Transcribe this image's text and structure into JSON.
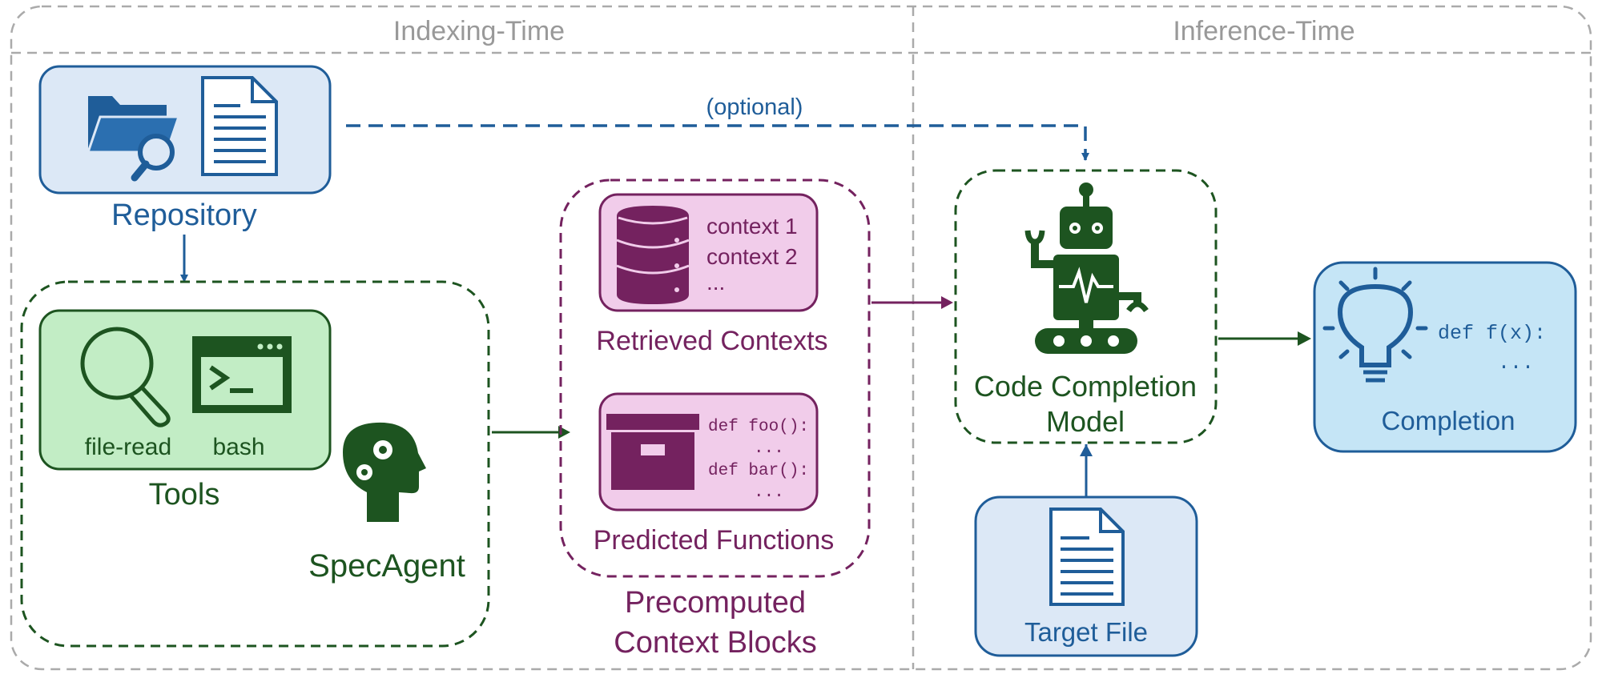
{
  "sections": {
    "indexing": "Indexing-Time",
    "inference": "Inference-Time"
  },
  "repository": {
    "label": "Repository"
  },
  "optional_edge": {
    "label": "(optional)"
  },
  "agent": {
    "label": "SpecAgent",
    "tools": {
      "label": "Tools",
      "items": [
        "file-read",
        "bash"
      ]
    }
  },
  "precomputed": {
    "label_line1": "Precomputed",
    "label_line2": "Context Blocks",
    "retrieved": {
      "label": "Retrieved Contexts",
      "lines": [
        "context 1",
        "context 2",
        "..."
      ]
    },
    "predicted": {
      "label": "Predicted Functions",
      "code": [
        "def foo():",
        "...",
        "def bar():",
        "..."
      ]
    }
  },
  "model": {
    "label_line1": "Code Completion",
    "label_line2": "Model"
  },
  "target": {
    "label": "Target File"
  },
  "completion": {
    "label": "Completion",
    "code": [
      "def f(x):",
      "..."
    ]
  },
  "colors": {
    "blue": "#1f5d99",
    "blue_fill": "#dce8f6",
    "green": "#1d5420",
    "green_fill": "#c2edc5",
    "purple": "#74225f",
    "purple_fill": "#f1ccea",
    "cyan_fill": "#c5e5f6",
    "gray": "#aaaaaa"
  }
}
